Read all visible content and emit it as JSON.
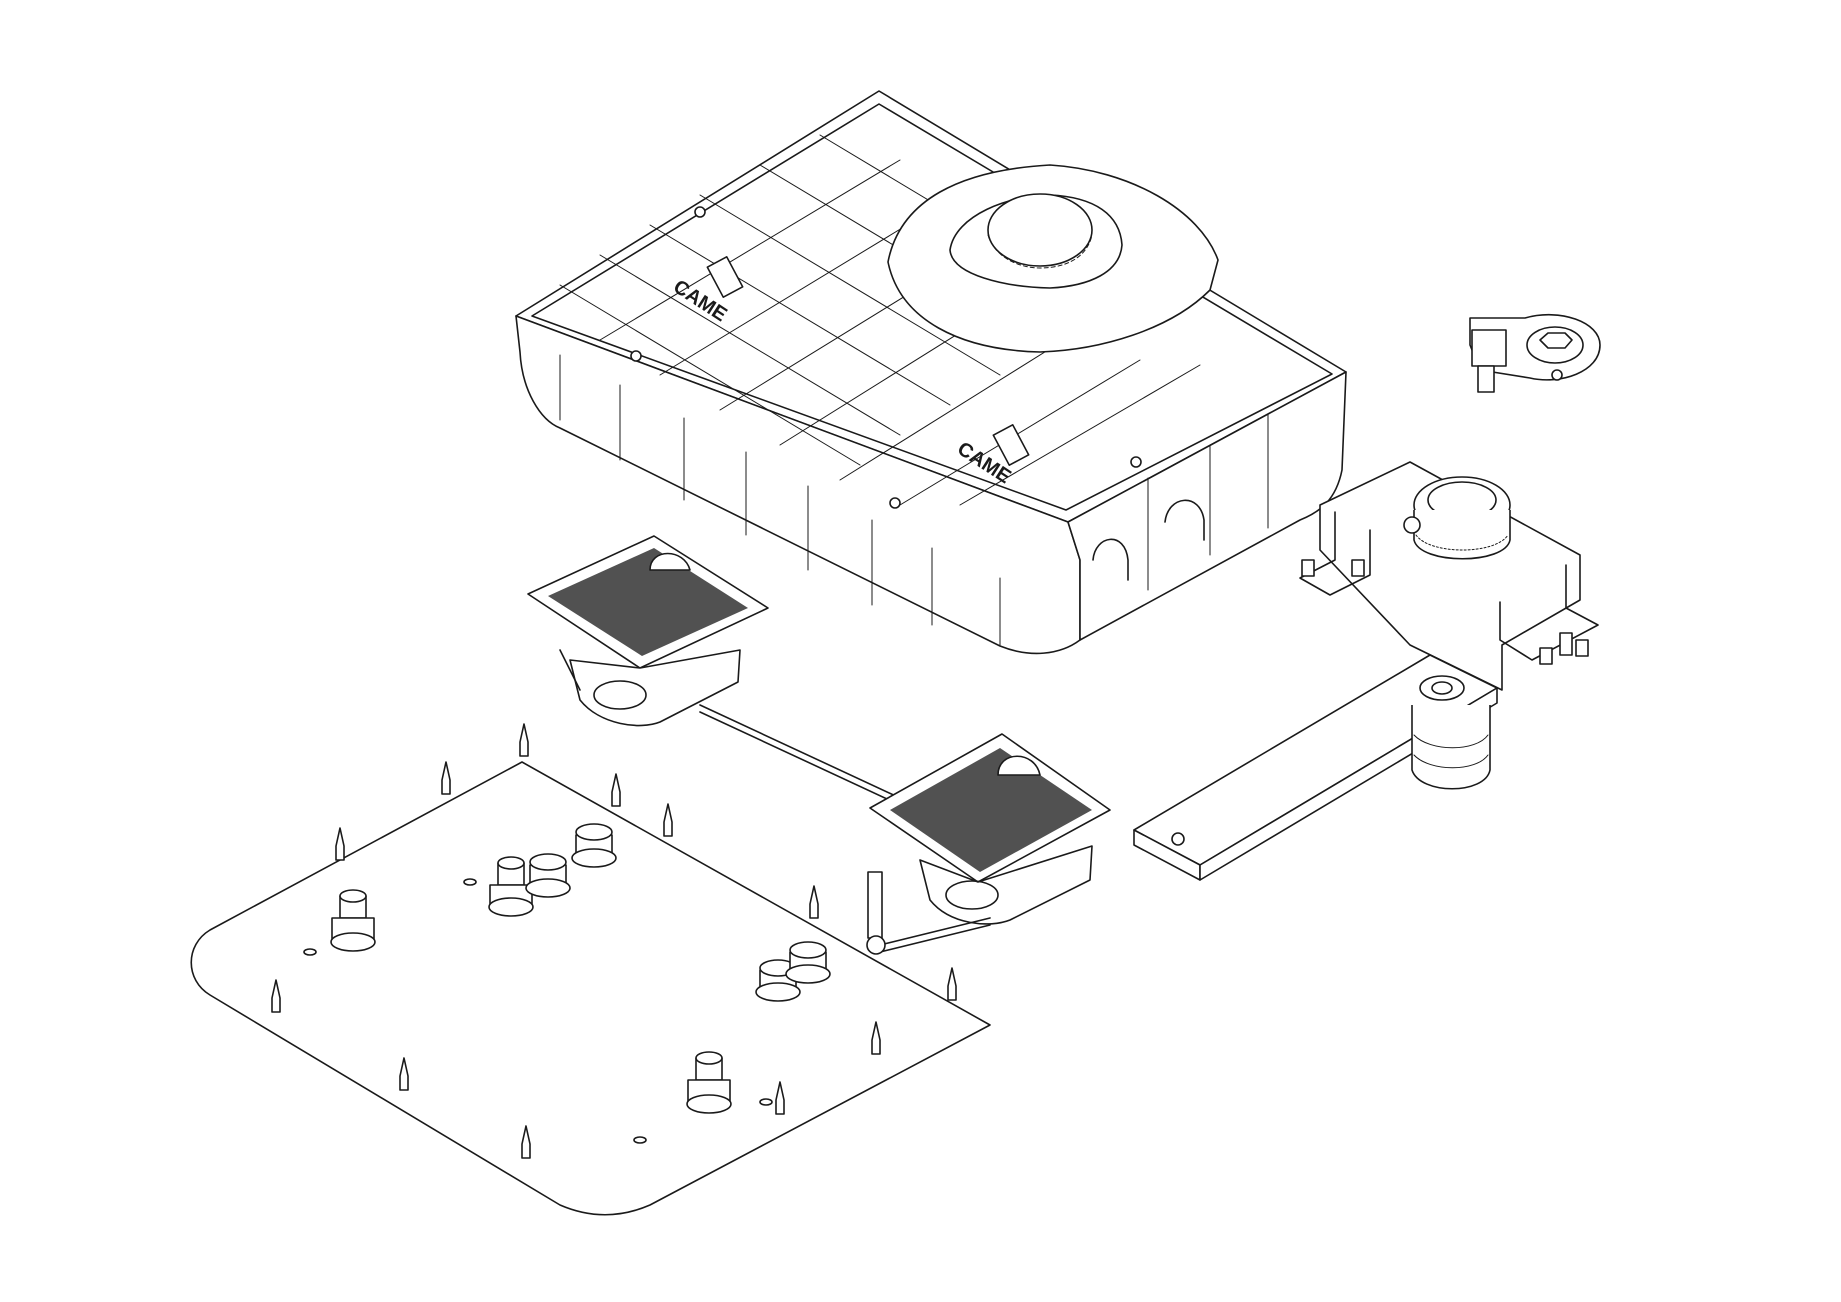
{
  "drawing": {
    "brand_marks": [
      "CAME",
      "CAME"
    ],
    "line_color": "#1a1a1a",
    "background": "#ffffff",
    "components": [
      "foundation-box-with-grid-lid",
      "unlock-lever-assembly",
      "support-bracket-with-cup",
      "drive-arm-plate",
      "grilled-cover-left",
      "grilled-cover-right",
      "linkage-rod",
      "base-mounting-plate"
    ]
  }
}
